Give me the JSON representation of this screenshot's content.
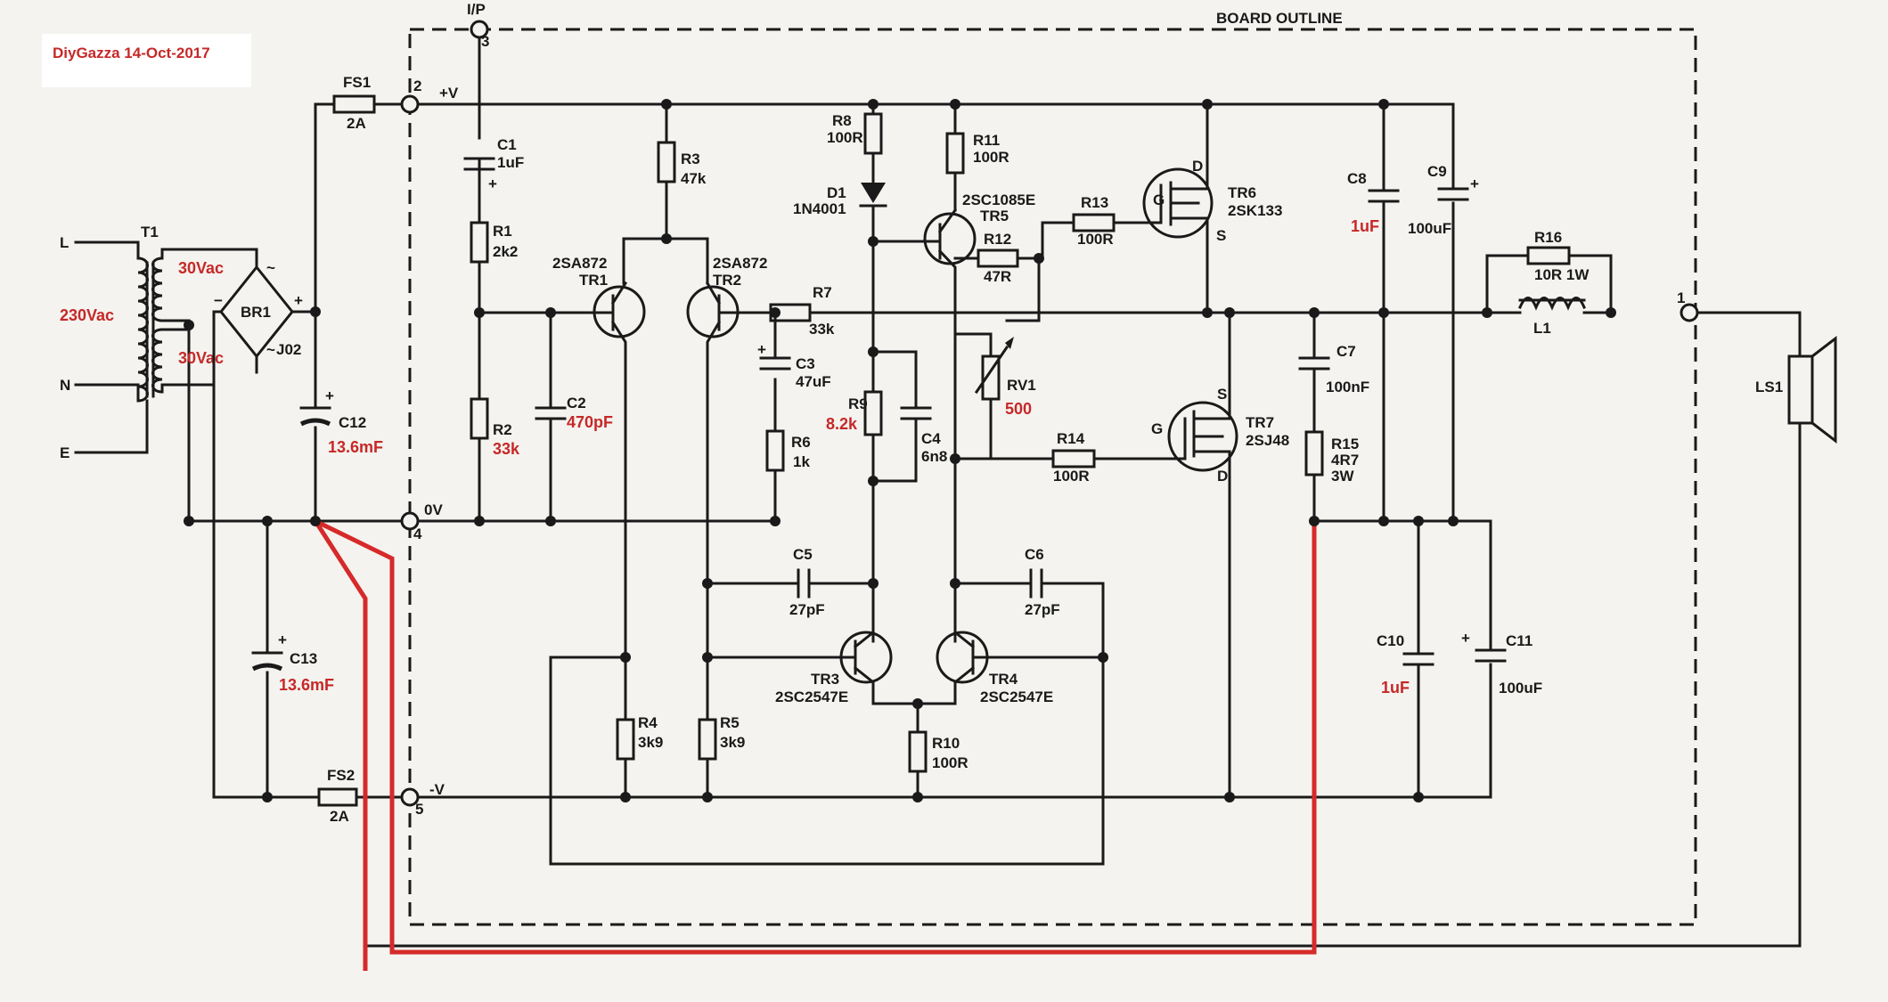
{
  "note": "DiyGazza 14-Oct-2017",
  "board_outline": "BOARD OUTLINE",
  "terminals": {
    "t1": "1",
    "t2": "2",
    "t3": "3",
    "t4": "4",
    "t5": "5",
    "ip": "I/P",
    "pv": "+V",
    "zv": "0V",
    "nv": "-V"
  },
  "mains": {
    "L": "L",
    "N": "N",
    "E": "E",
    "voltage": "230Vac",
    "sec1": "30Vac",
    "sec2": "30Vac",
    "T1": "T1",
    "BR1": "BR1",
    "J02": "J02"
  },
  "comp": {
    "FS1": "FS1",
    "FS1v": "2A",
    "FS2": "FS2",
    "FS2v": "2A",
    "C1": "C1",
    "C1v": "1uF",
    "R1": "R1",
    "R1v": "2k2",
    "R2": "R2",
    "R2v": "33k",
    "C2": "C2",
    "C2v": "470pF",
    "R3": "R3",
    "R3v": "47k",
    "TR1t": "2SA872",
    "TR1": "TR1",
    "TR2t": "2SA872",
    "TR2": "TR2",
    "R7": "R7",
    "R7v": "33k",
    "C3": "C3",
    "C3v": "47uF",
    "R6": "R6",
    "R6v": "1k",
    "R8": "R8",
    "R8v": "100R",
    "D1": "D1",
    "D1v": "1N4001",
    "R11": "R11",
    "R11v": "100R",
    "TR5t": "2SC1085E",
    "TR5": "TR5",
    "R12": "R12",
    "R12v": "47R",
    "R13": "R13",
    "R13v": "100R",
    "TR6": "TR6",
    "TR6v": "2SK133",
    "R9": "R9",
    "R9v": "8.2k",
    "C4": "C4",
    "C4v": "6n8",
    "RV1": "RV1",
    "RV1v": "500",
    "R14": "R14",
    "R14v": "100R",
    "TR7": "TR7",
    "TR7v": "2SJ48",
    "C5": "C5",
    "C5v": "27pF",
    "C6": "C6",
    "C6v": "27pF",
    "TR3": "TR3",
    "TR3v": "2SC2547E",
    "TR4": "TR4",
    "TR4v": "2SC2547E",
    "R4": "R4",
    "R4v": "3k9",
    "R5": "R5",
    "R5v": "3k9",
    "R10": "R10",
    "R10v": "100R",
    "C7": "C7",
    "C7v": "100nF",
    "R15": "R15",
    "R15v": "4R7",
    "R15p": "3W",
    "C8": "C8",
    "C8v": "1uF",
    "C9": "C9",
    "C9v": "100uF",
    "R16": "R16",
    "R16v": "10R  1W",
    "L1": "L1",
    "C10": "C10",
    "C10v": "1uF",
    "C11": "C11",
    "C11v": "100uF",
    "C12": "C12",
    "C12v": "13.6mF",
    "C13": "C13",
    "C13v": "13.6mF",
    "LS1": "LS1",
    "pin_D": "D",
    "pin_G": "G",
    "pin_S": "S"
  },
  "colors": {
    "ink": "#1a1a1a",
    "mod": "#c62828",
    "paper": "#f4f3ef"
  }
}
